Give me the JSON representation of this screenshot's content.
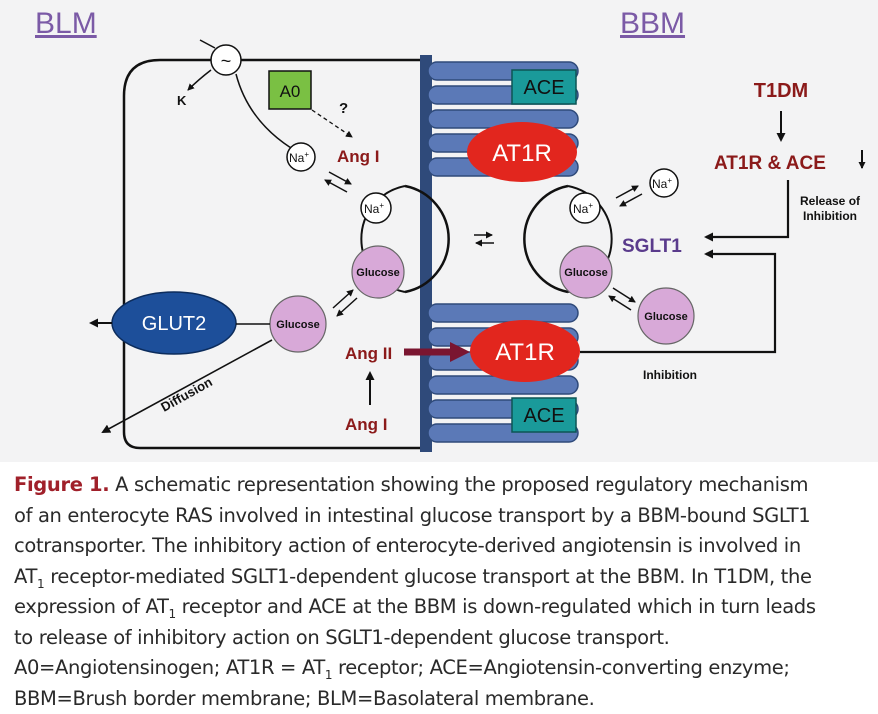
{
  "diagram": {
    "side_left": "BLM",
    "side_right": "BBM",
    "pump_symbol": "~",
    "k_label": "K",
    "a0": "A0",
    "question": "?",
    "ang1": "Ang I",
    "ang2": "Ang II",
    "na": "Na",
    "na_sup": "+",
    "glucose": "Glucose",
    "glut2": "GLUT2",
    "sglt1": "SGLT1",
    "at1r": "AT1R",
    "ace": "ACE",
    "t1dm": "T1DM",
    "at1r_ace": "AT1R & ACE",
    "release_line1": "Release of",
    "release_line2": "Inhibition",
    "inhibition": "Inhibition",
    "diffusion": "Diffusion",
    "colors": {
      "blm_bbm_text": "#7b5aa6",
      "dark_red": "#8b1a1a",
      "green_box": "#7ac043",
      "teal_box": "#1a9a9a",
      "red_receptor": "#e2261e",
      "blue_glut2": "#1d4f9a",
      "membrane_blue": "#5b79b7",
      "glucose_fill": "#d8a9d8"
    }
  },
  "caption": {
    "label": "Figure 1.",
    "line1": "A schematic representation showing the proposed regulatory mechanism",
    "line2": "of an enterocyte RAS involved in intestinal glucose transport by a BBM-bound SGLT1",
    "line3": "cotransporter. The inhibitory action of enterocyte-derived angiotensin is involved in",
    "line4_a": "AT",
    "line4_sub": "1",
    "line4_b": " receptor-mediated SGLT1-dependent glucose transport at the BBM. In T1DM, the",
    "line5_a": "expression of AT",
    "line5_sub": "1",
    "line5_b": " receptor and ACE at the BBM is down-regulated which in turn leads",
    "line6": "to release of inhibitory action on SGLT1-dependent glucose transport.",
    "line7_a": "A0=Angiotensinogen; AT1R = AT",
    "line7_sub": "1",
    "line7_b": " receptor; ACE=Angiotensin-converting enzyme;",
    "line8": "BBM=Brush border membrane; BLM=Basolateral membrane."
  }
}
